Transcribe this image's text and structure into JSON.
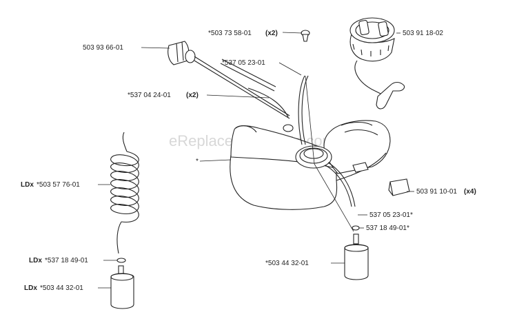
{
  "watermark": "eReplacementParts.com",
  "callouts": [
    {
      "id": "c1",
      "text": "503 93 66-01",
      "prefix": "",
      "suffix": ""
    },
    {
      "id": "c2",
      "text": "*503 73 58-01",
      "prefix": "",
      "suffix": "(x2)"
    },
    {
      "id": "c3",
      "text": "503 91 18-02",
      "prefix": "",
      "suffix": ""
    },
    {
      "id": "c4",
      "text": "*537 05 23-01",
      "prefix": "",
      "suffix": ""
    },
    {
      "id": "c5",
      "text": "*537 04 24-01",
      "prefix": "",
      "suffix": "(x2)"
    },
    {
      "id": "c6",
      "text": "*",
      "prefix": "",
      "suffix": ""
    },
    {
      "id": "c7",
      "text": "*503 57 76-01",
      "prefix": "LDx",
      "suffix": ""
    },
    {
      "id": "c8",
      "text": "503 91 10-01",
      "prefix": "",
      "suffix": "(x4)"
    },
    {
      "id": "c9",
      "text": "537 05 23-01*",
      "prefix": "",
      "suffix": ""
    },
    {
      "id": "c10",
      "text": "537 18 49-01*",
      "prefix": "",
      "suffix": ""
    },
    {
      "id": "c11",
      "text": "*537 18 49-01",
      "prefix": "LDx",
      "suffix": ""
    },
    {
      "id": "c12",
      "text": "*503 44 32-01",
      "prefix": "",
      "suffix": ""
    },
    {
      "id": "c13",
      "text": "*503 44 32-01",
      "prefix": "LDx",
      "suffix": ""
    }
  ]
}
